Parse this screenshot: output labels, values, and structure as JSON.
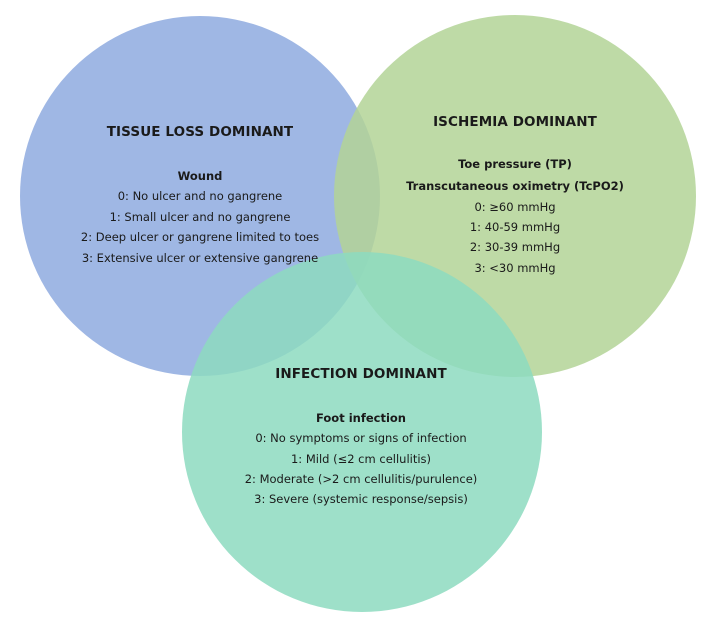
{
  "colors": {
    "tissue_loss": "#8eaadf",
    "ischemia": "#b3d396",
    "infection": "#8ddbc0"
  },
  "tissue_loss": {
    "title": "TISSUE LOSS DOMINANT",
    "heading": "Wound",
    "items": [
      "0: No ulcer and no gangrene",
      "1: Small ulcer and no gangrene",
      "2: Deep ulcer or gangrene limited to toes",
      "3: Extensive ulcer or extensive gangrene"
    ]
  },
  "ischemia": {
    "title": "ISCHEMIA DOMINANT",
    "heading_1": "Toe pressure (TP)",
    "heading_2": "Transcutaneous  oximetry (TcPO2)",
    "items": [
      "0: ≥60 mmHg",
      "1: 40-59 mmHg",
      "2: 30-39 mmHg",
      "3: <30 mmHg"
    ]
  },
  "infection": {
    "title": "INFECTION DOMINANT",
    "heading": "Foot infection",
    "items": [
      "0: No symptoms  or signs of infection",
      "1: Mild (≤2 cm cellulitis)",
      "2: Moderate (>2 cm cellulitis/purulence)",
      "3: Severe (systemic response/sepsis)"
    ]
  }
}
